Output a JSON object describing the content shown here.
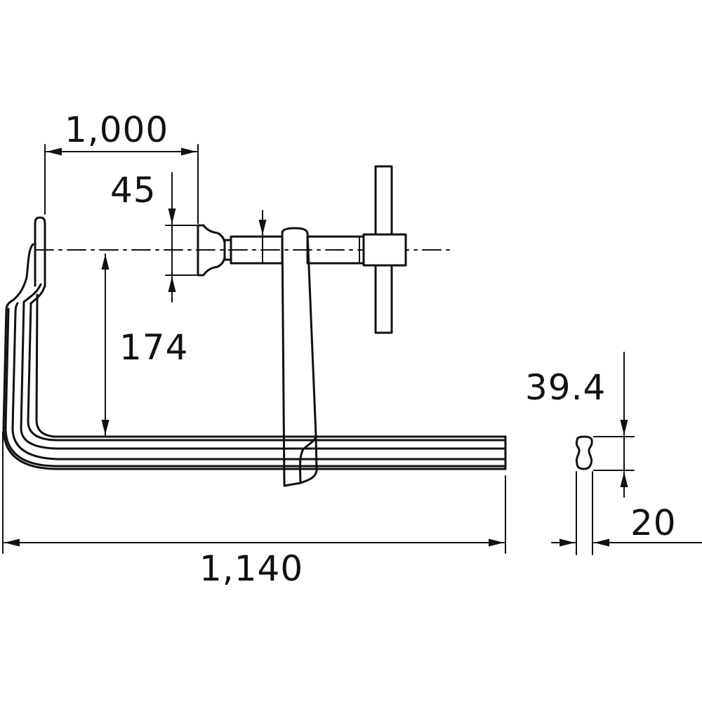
{
  "diagram": {
    "title": "F-type bar clamp dimension drawing",
    "line_color": "#111111",
    "background": "#ffffff",
    "dimensions": {
      "clamp_opening": "1,000",
      "pad_diameter": "45",
      "throat_depth": "174",
      "overall_length": "1,140",
      "bar_height": "39.4",
      "bar_width": "20"
    },
    "components": [
      "fixed-jaw",
      "bar-rail",
      "sliding-jaw",
      "screw-spindle",
      "swivel-pad",
      "t-handle",
      "bar-cross-section"
    ]
  }
}
